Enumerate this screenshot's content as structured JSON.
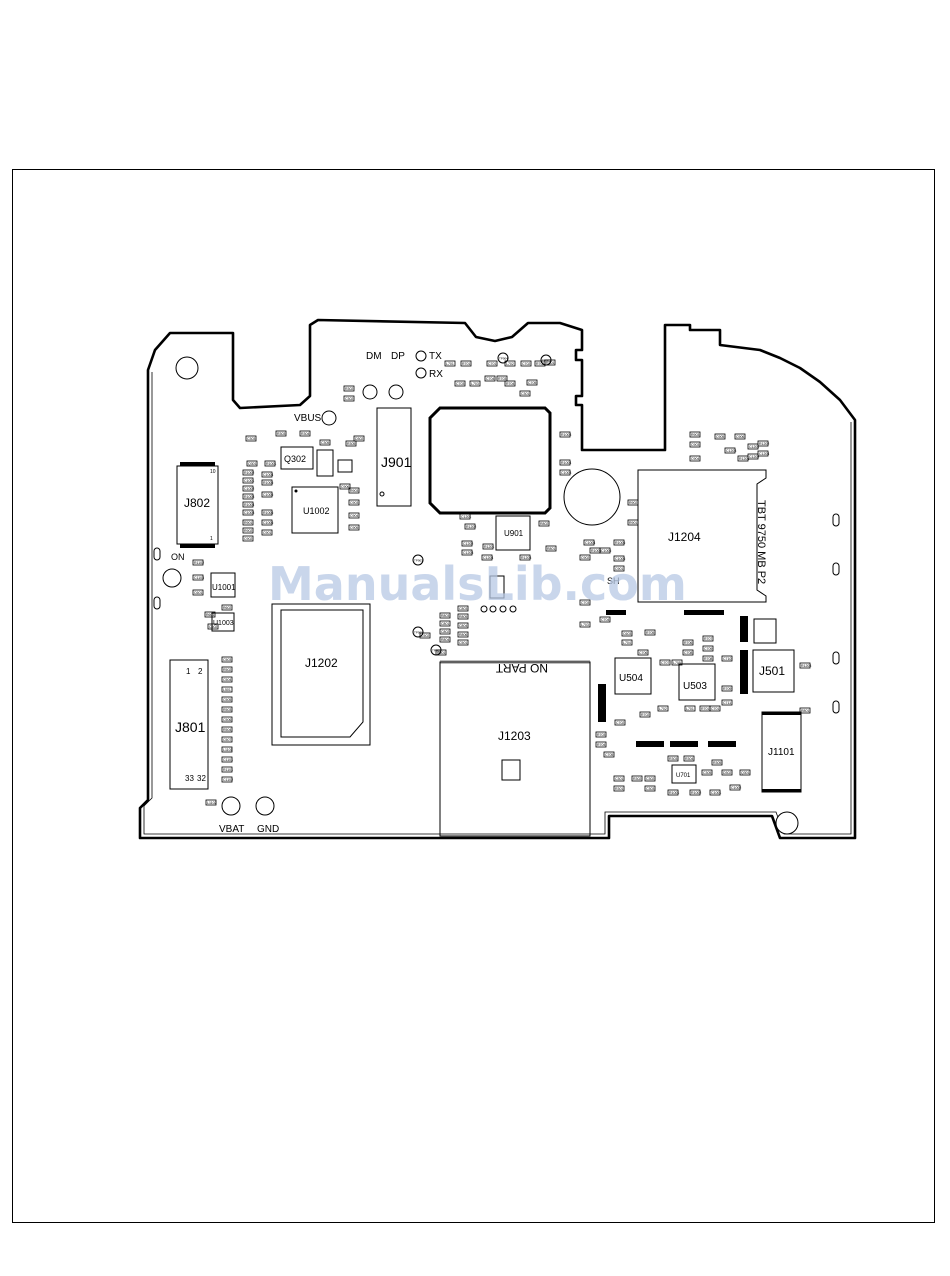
{
  "watermark": "ManualsLib.com",
  "labels": {
    "tp_top": [
      "DM",
      "DP",
      "TX",
      "RX",
      "VBUS"
    ],
    "j901": "J901",
    "j802": "J802",
    "j802_pin_top": "10",
    "j802_pin_bottom": "1",
    "on": "ON",
    "u1001": "U1001",
    "u1003": "U1003",
    "u1002": "U1002",
    "q302": "Q302",
    "j1202": "J1202",
    "j801": "J801",
    "j801_pins": [
      "1",
      "2",
      "33",
      "32"
    ],
    "vbat": "VBAT",
    "gnd": "GND",
    "u901": "U901",
    "j1204": "J1204",
    "vertical_text": "TBT 9750 MB P2",
    "no_part": "NO PART",
    "j1203": "J1203",
    "u504": "U504",
    "u503": "U503",
    "j501": "J501",
    "j1101": "J1101",
    "u701": "U701",
    "sh": "SH"
  },
  "components": [
    "L701",
    "R701",
    "C701",
    "L702",
    "C702",
    "R702",
    "C703",
    "L703",
    "C704",
    "R703",
    "R704",
    "C705",
    "C301",
    "R301",
    "R302",
    "C302",
    "C303",
    "R303",
    "R304",
    "C305",
    "R305",
    "D302",
    "Q301",
    "R1001",
    "R1002",
    "C1001",
    "C1002",
    "R1003",
    "R1004",
    "C1003",
    "C1004",
    "R1005",
    "C1005",
    "R1006",
    "C1006",
    "C901",
    "R901",
    "R902",
    "C902",
    "R903",
    "C903",
    "C904",
    "C905",
    "C906",
    "C1201",
    "C1202",
    "C1203",
    "R1201",
    "R1202",
    "C1204",
    "R1203",
    "R801",
    "R802",
    "R803",
    "C801",
    "C802",
    "R804",
    "C803",
    "R805",
    "C804",
    "R806",
    "C501",
    "C502",
    "R501",
    "C503",
    "R502",
    "C504",
    "L501",
    "C505",
    "R503",
    "C506",
    "R504",
    "C507",
    "L1101",
    "C1101",
    "R1101",
    "C1102",
    "L1102",
    "R1102",
    "C1103",
    "C601",
    "R601",
    "C602",
    "R602",
    "C603",
    "L704",
    "C706",
    "R705",
    "C707",
    "L705",
    "R706",
    "C708",
    "R707",
    "C709",
    "R708",
    "C710",
    "R709",
    "C711"
  ],
  "test_points": [
    "TP901",
    "TP902",
    "TP903",
    "TP904",
    "TP905",
    "TP906",
    "TP907",
    "TP908",
    "TP909",
    "TP910",
    "TP911",
    "TP912",
    "TP913",
    "TP914"
  ],
  "colors": {
    "line": "#000000",
    "watermark": "#b7c8e4",
    "background": "#ffffff"
  }
}
